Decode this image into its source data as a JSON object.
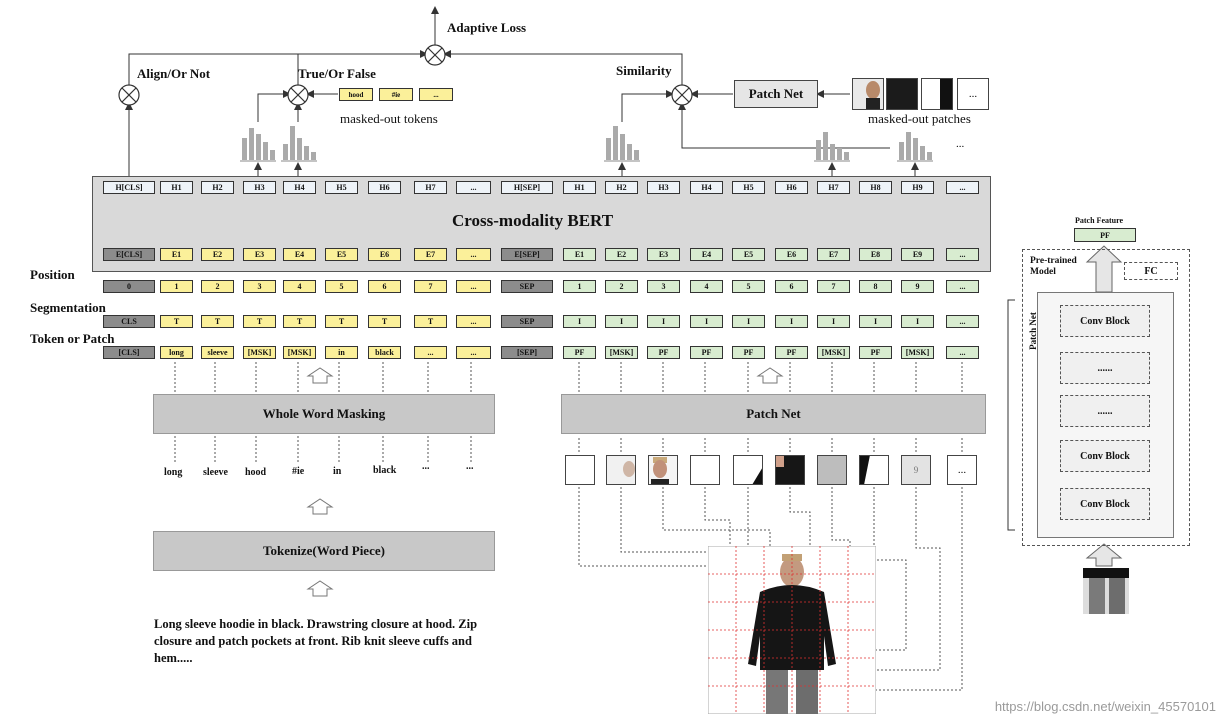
{
  "top": {
    "adaptive_loss": "Adaptive Loss",
    "align_or_not": "Align/Or Not",
    "true_or_false": "True/Or False",
    "similarity": "Similarity",
    "masked_tokens_label": "masked-out tokens",
    "masked_patches_label": "masked-out patches",
    "patch_net": "Patch Net",
    "token_chips": [
      "hood",
      "#ie",
      "..."
    ],
    "patch_more": "...",
    "hist_more": "..."
  },
  "bert": {
    "title": "Cross-modality BERT",
    "h_row": [
      "H[CLS]",
      "H1",
      "H2",
      "H3",
      "H4",
      "H5",
      "H6",
      "H7",
      "...",
      "H[SEP]",
      "H1",
      "H2",
      "H3",
      "H4",
      "H5",
      "H6",
      "H7",
      "H8",
      "H9",
      "..."
    ],
    "e_row": [
      "E[CLS]",
      "E1",
      "E2",
      "E3",
      "E4",
      "E5",
      "E6",
      "E7",
      "...",
      "E[SEP]",
      "E1",
      "E2",
      "E3",
      "E4",
      "E5",
      "E6",
      "E7",
      "E8",
      "E9",
      "..."
    ]
  },
  "rows": {
    "position_label": "Position",
    "segmentation_label": "Segmentation",
    "token_label": "Token or Patch",
    "position": [
      "0",
      "1",
      "2",
      "3",
      "4",
      "5",
      "6",
      "7",
      "...",
      "SEP",
      "1",
      "2",
      "3",
      "4",
      "5",
      "6",
      "7",
      "8",
      "9",
      "..."
    ],
    "segmentation": [
      "CLS",
      "T",
      "T",
      "T",
      "T",
      "T",
      "T",
      "T",
      "...",
      "SEP",
      "I",
      "I",
      "I",
      "I",
      "I",
      "I",
      "I",
      "I",
      "I",
      "..."
    ],
    "tokens": [
      "[CLS]",
      "long",
      "sleeve",
      "[MSK]",
      "[MSK]",
      "in",
      "black",
      "...",
      "...",
      "[SEP]",
      "PF",
      "[MSK]",
      "PF",
      "PF",
      "PF",
      "PF",
      "[MSK]",
      "PF",
      "[MSK]",
      "..."
    ]
  },
  "left": {
    "whole_word_masking": "Whole Word Masking",
    "words": [
      "long",
      "sleeve",
      "hood",
      "#ie",
      "in",
      "black",
      "...",
      "..."
    ],
    "tokenize": "Tokenize(Word Piece)",
    "description": "Long sleeve hoodie in black. Drawstring closure at hood. Zip closure and patch pockets at front. Rib knit sleeve cuffs and hem....."
  },
  "right": {
    "patch_net": "Patch Net",
    "tile_more": "...",
    "tile_nine": "9"
  },
  "side": {
    "patch_feature": "Patch Feature",
    "pf": "PF",
    "pretrained_model": "Pre-trained Model",
    "fc": "FC",
    "patch_net_vertical": "Patch Net",
    "blocks": [
      "Conv Block",
      "......",
      "......",
      "Conv Block",
      "Conv Block"
    ]
  },
  "watermark": "https://blog.csdn.net/weixin_45570101"
}
